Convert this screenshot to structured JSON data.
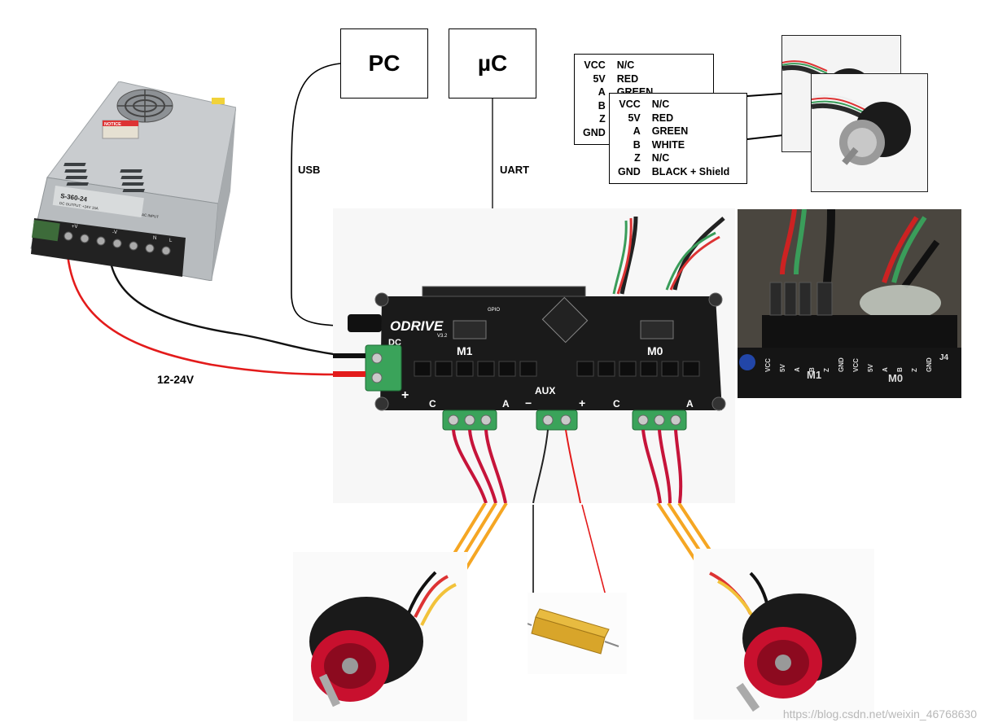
{
  "nodes": {
    "pc": "PC",
    "uc": "µC"
  },
  "links": {
    "usb": "USB",
    "uart": "UART",
    "power": "12-24V"
  },
  "psu": {
    "notice": "NOTICE",
    "model": "S-360-24",
    "output": "DC OUTPUT: +24V 15A",
    "ac_input": "AC INPUT",
    "terminals": [
      "+V",
      "-V",
      "N",
      "L"
    ]
  },
  "odrive": {
    "brand": "ODRIVE",
    "version": "V3.2",
    "labels": {
      "dc": "DC",
      "m1": "M1",
      "m0": "M0",
      "aux": "AUX",
      "gpio": "GPIO",
      "plus": "+",
      "minus": "−",
      "c": "C",
      "a": "A"
    }
  },
  "encoder_back": {
    "rows": [
      {
        "pin": "VCC",
        "wire": "N/C"
      },
      {
        "pin": "5V",
        "wire": "RED"
      },
      {
        "pin": "A",
        "wire": "GREEN"
      },
      {
        "pin": "B",
        "wire": ""
      },
      {
        "pin": "Z",
        "wire": ""
      },
      {
        "pin": "GND",
        "wire": ""
      }
    ]
  },
  "encoder_front": {
    "rows": [
      {
        "pin": "VCC",
        "wire": "N/C"
      },
      {
        "pin": "5V",
        "wire": "RED"
      },
      {
        "pin": "A",
        "wire": "GREEN"
      },
      {
        "pin": "B",
        "wire": "WHITE"
      },
      {
        "pin": "Z",
        "wire": "N/C"
      },
      {
        "pin": "GND",
        "wire": "BLACK + Shield"
      }
    ]
  },
  "zoom": {
    "pins": [
      "VCC",
      "5V",
      "A",
      "B",
      "Z",
      "GND",
      "VCC",
      "5V",
      "A",
      "B",
      "Z",
      "GND"
    ],
    "m1": "M1",
    "m0": "M0",
    "j4": "J4"
  },
  "watermark": "https://blog.csdn.net/weixin_46768630",
  "colors": {
    "power_positive": "#e31b1b",
    "power_negative": "#111111",
    "motor_phase": "#f5a623",
    "board": "#1a1a1a",
    "terminal": "#3aa35a"
  }
}
